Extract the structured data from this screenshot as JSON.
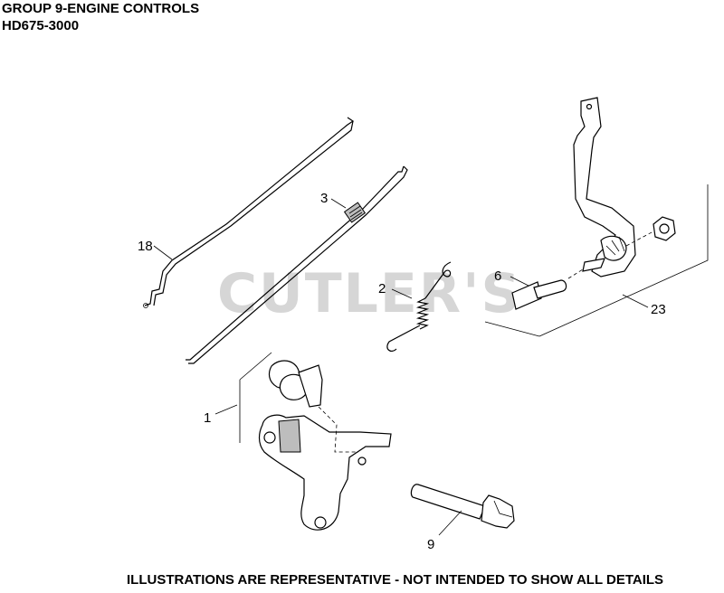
{
  "header": {
    "title": "GROUP 9-ENGINE CONTROLS",
    "model": "HD675-3000"
  },
  "watermark": "CUTLER'S",
  "callouts": {
    "c1": "1",
    "c2": "2",
    "c3": "3",
    "c6": "6",
    "c9": "9",
    "c18": "18",
    "c23": "23"
  },
  "footer": "ILLUSTRATIONS ARE REPRESENTATIVE - NOT INTENDED TO SHOW ALL DETAILS"
}
